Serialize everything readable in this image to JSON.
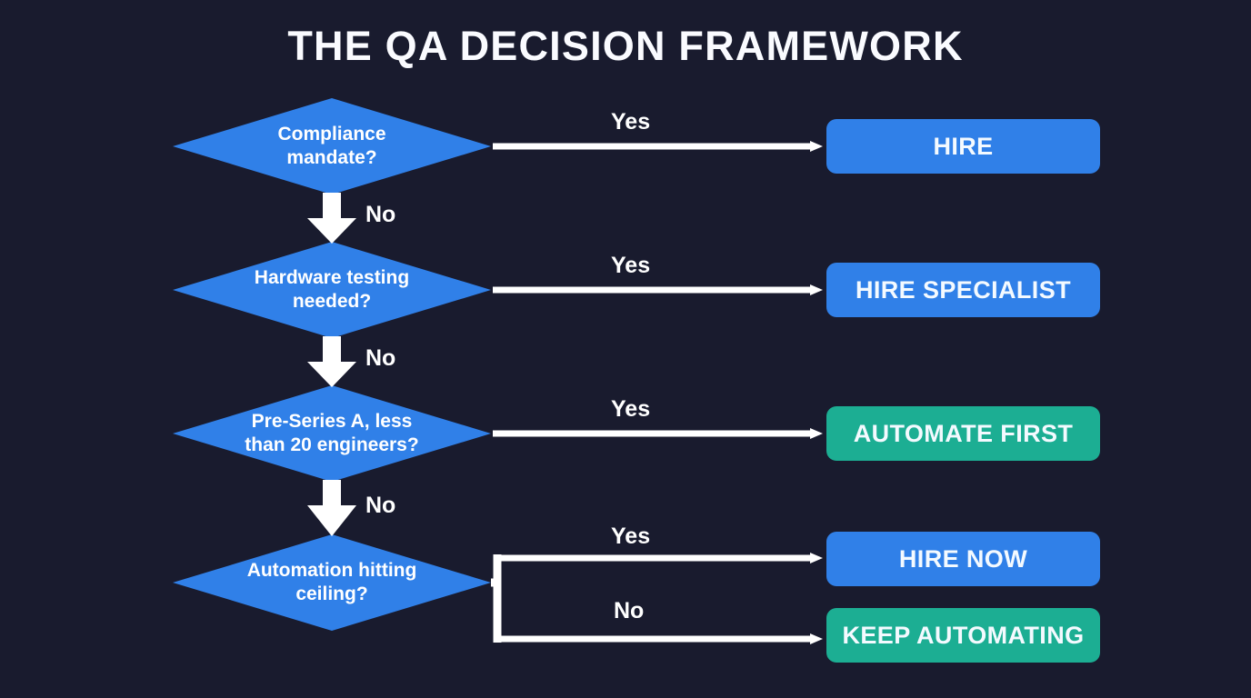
{
  "title": "THE QA DECISION FRAMEWORK",
  "colors": {
    "background": "#191B2E",
    "decision_blue": "#3080E8",
    "outcome_blue": "#3080E8",
    "outcome_teal": "#1CAE93",
    "arrow_white": "#FFFFFF",
    "text_light": "#FFFFFF"
  },
  "decisions": [
    {
      "id": "compliance",
      "line1": "Compliance",
      "line2": "mandate?"
    },
    {
      "id": "hardware",
      "line1": "Hardware testing",
      "line2": "needed?"
    },
    {
      "id": "stage",
      "line1": "Pre-Series A, less",
      "line2": "than 20 engineers?"
    },
    {
      "id": "ceiling",
      "line1": "Automation hitting",
      "line2": "ceiling?"
    }
  ],
  "outcomes": [
    {
      "id": "hire",
      "label": "HIRE",
      "color": "blue"
    },
    {
      "id": "hire-specialist",
      "label": "HIRE SPECIALIST",
      "color": "blue"
    },
    {
      "id": "automate-first",
      "label": "AUTOMATE FIRST",
      "color": "teal"
    },
    {
      "id": "hire-now",
      "label": "HIRE NOW",
      "color": "blue"
    },
    {
      "id": "keep-automating",
      "label": "KEEP AUTOMATING",
      "color": "teal"
    }
  ],
  "edges": {
    "yes_1": "Yes",
    "no_1": "No",
    "yes_2": "Yes",
    "no_2": "No",
    "yes_3": "Yes",
    "no_3": "No",
    "yes_4": "Yes",
    "no_4": "No"
  }
}
